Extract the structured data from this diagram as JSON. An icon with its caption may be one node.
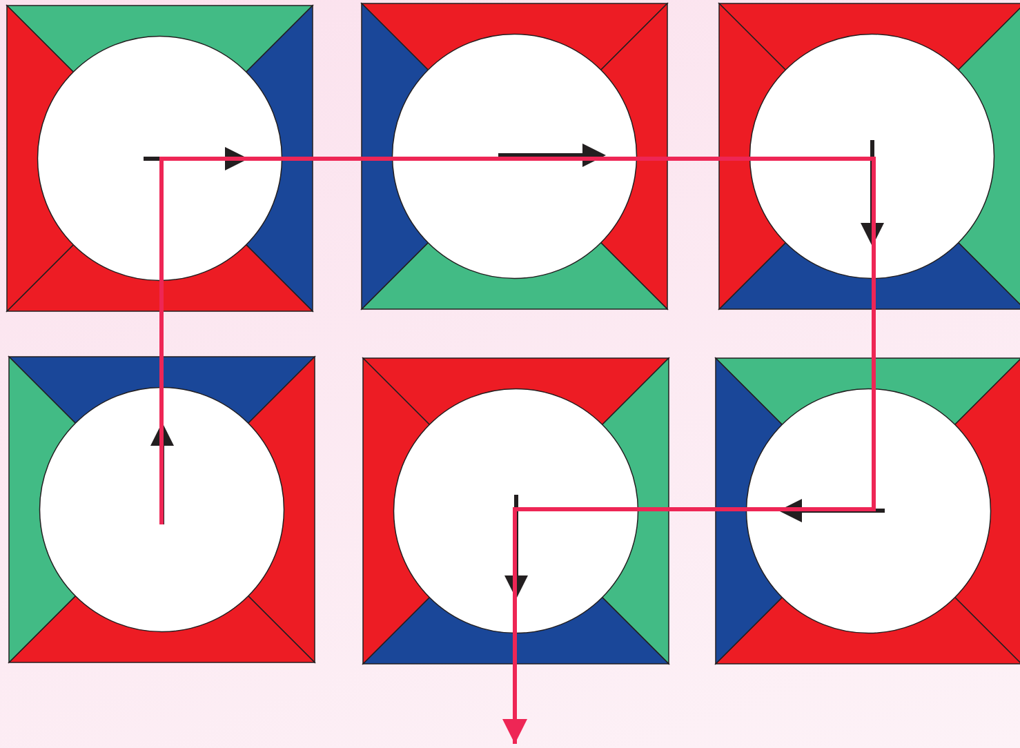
{
  "diagram": {
    "nodes": [
      {
        "text": [],
        "shape": "box"
      },
      {
        "text": [],
        "shape": "box"
      },
      {
        "text": [],
        "shape": "box"
      },
      {
        "text": [],
        "shape": "box"
      },
      {
        "text": [],
        "shape": "box"
      },
      {
        "text": [],
        "shape": "box"
      }
    ],
    "edges": [
      {
        "from": 3,
        "to": 0,
        "arrow": "none"
      },
      {
        "from": 0,
        "to": 1,
        "arrow": "none"
      },
      {
        "from": 1,
        "to": 2,
        "arrow": "none"
      },
      {
        "from": 2,
        "to": 5,
        "arrow": "none"
      },
      {
        "from": 5,
        "to": 4,
        "arrow": "none"
      },
      {
        "from": 4,
        "to": null,
        "arrow": "to"
      }
    ]
  }
}
